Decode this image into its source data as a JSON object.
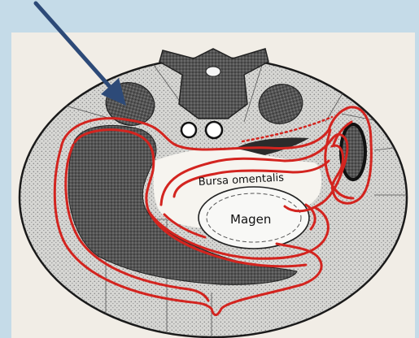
{
  "labels": {
    "bursa": "Bursa omentalis",
    "stomach": "Magen"
  },
  "colors": {
    "background": "#c5dbe8",
    "paper": "#f1ede6",
    "peritoneum": "#d3241f",
    "arrow": "#2d4a78",
    "stipple": "#bdbdbd",
    "organ_dark": "#4f4f4f",
    "outline": "#1a1a1a"
  },
  "annotations": {
    "arrow_target": "left kidney"
  }
}
